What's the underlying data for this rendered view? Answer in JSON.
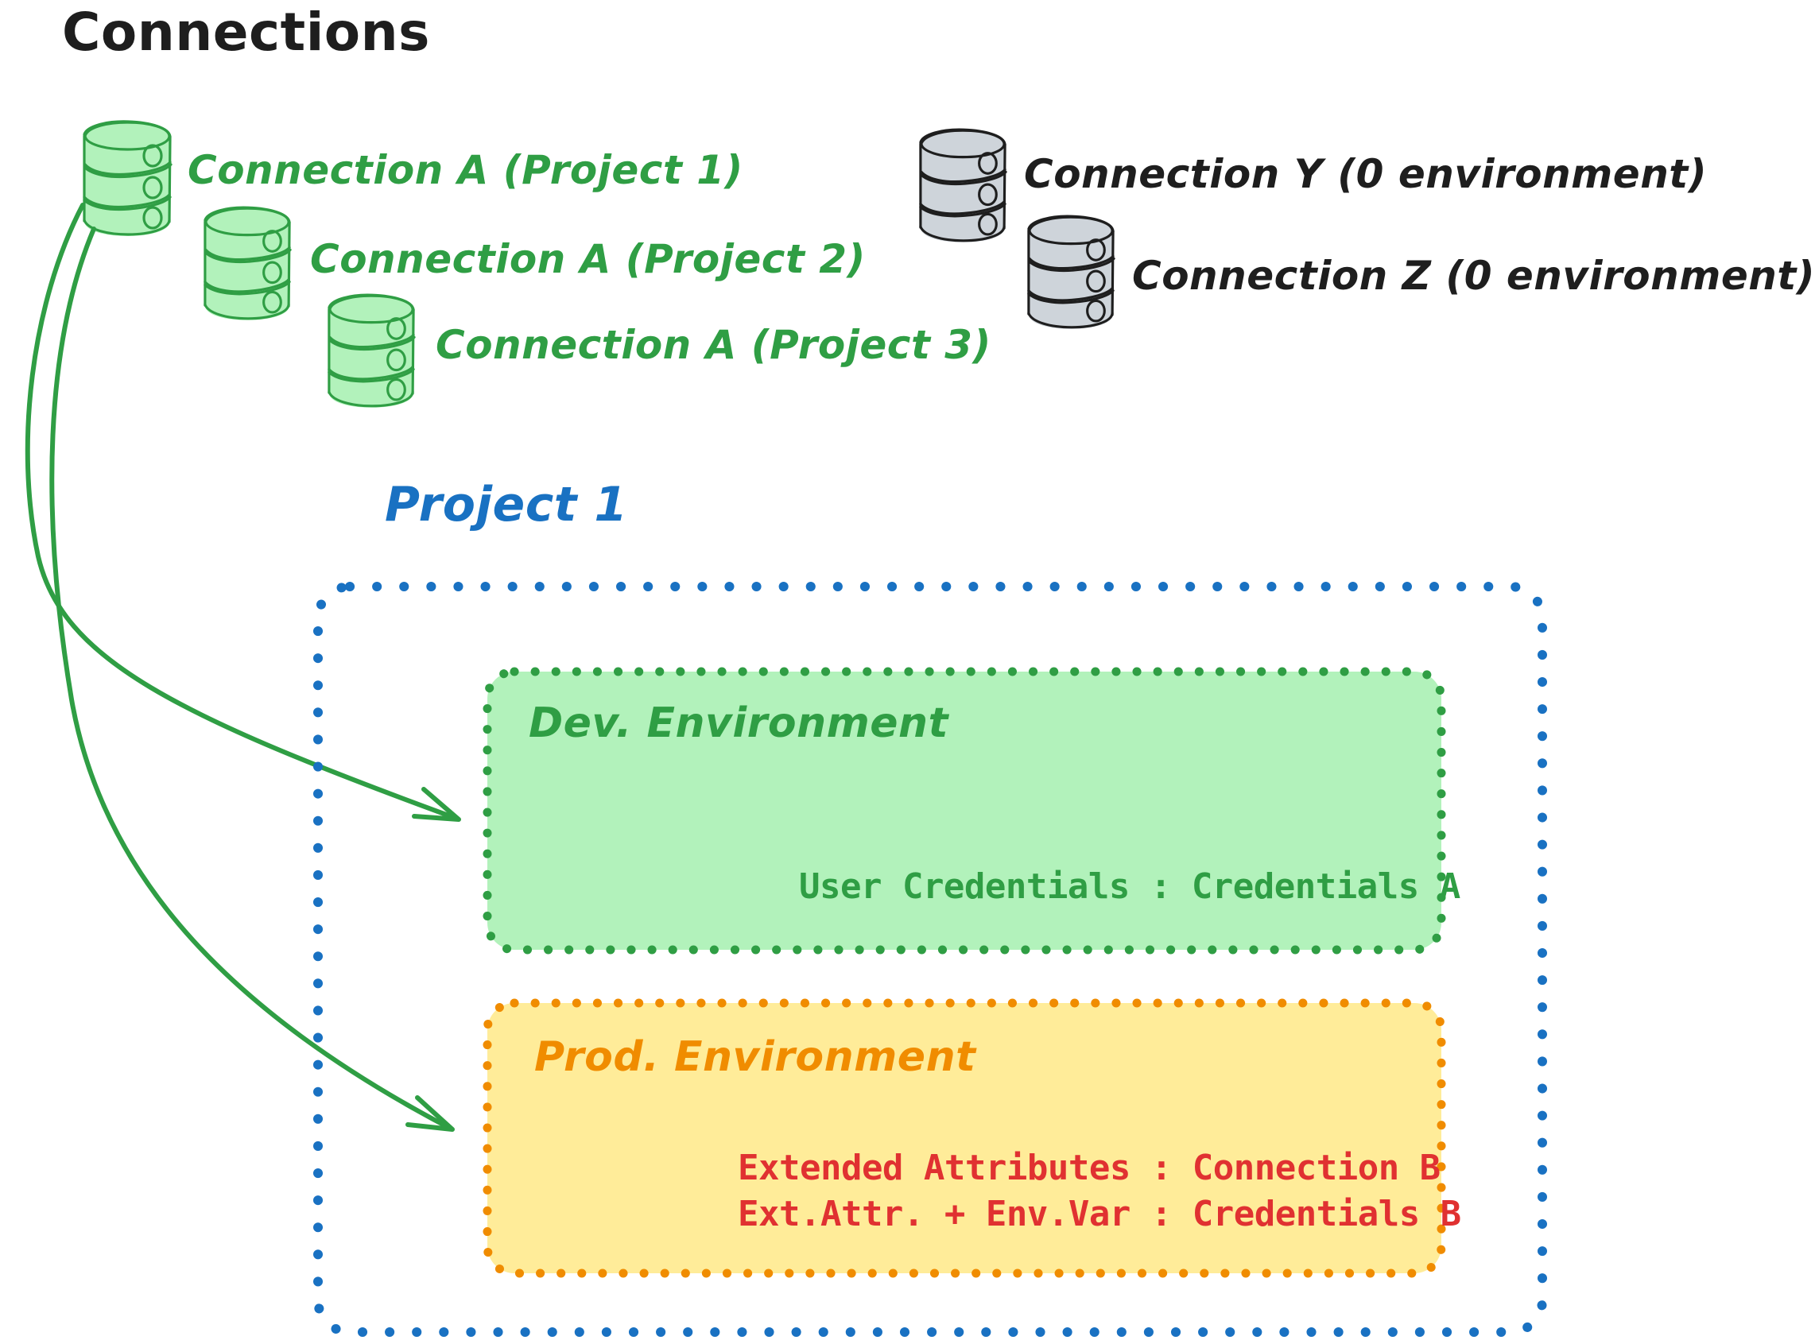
{
  "page": {
    "title": "Connections",
    "background": "#ffffff"
  },
  "colors": {
    "black": "#1e1e1e",
    "green_stroke": "#2f9e44",
    "green_fill": "#b2f2bb",
    "gray_fill": "#ced4da",
    "blue": "#1971c2",
    "orange": "#f08c00",
    "orange_fill": "#ffec99",
    "red": "#e03131"
  },
  "connections_section": {
    "heading": "Connections",
    "green_connections": [
      {
        "label": "Connection A (Project 1)",
        "icon": "database-cylinder-icon",
        "color": "#2f9e44"
      },
      {
        "label": "Connection A (Project 2)",
        "icon": "database-cylinder-icon",
        "color": "#2f9e44"
      },
      {
        "label": "Connection A (Project 3)",
        "icon": "database-cylinder-icon",
        "color": "#2f9e44"
      }
    ],
    "gray_connections": [
      {
        "label": "Connection Y (0 environment)",
        "icon": "database-cylinder-icon",
        "color": "#1e1e1e"
      },
      {
        "label": "Connection Z (0 environment)",
        "icon": "database-cylinder-icon",
        "color": "#1e1e1e"
      }
    ]
  },
  "project": {
    "label": "Project 1",
    "environments": [
      {
        "name": "Dev. Environment",
        "accent": "#2f9e44",
        "fill": "#b2f2bb",
        "entries": [
          "User Credentials : Credentials A"
        ],
        "entry_color": "#2f9e44"
      },
      {
        "name": "Prod. Environment",
        "accent": "#f08c00",
        "fill": "#ffec99",
        "entries": [
          "Extended Attributes : Connection B",
          "Ext.Attr. + Env.Var : Credentials B"
        ],
        "entry_color": "#e03131"
      }
    ]
  },
  "arrows": [
    {
      "name": "arrow-connection-a-to-dev",
      "color": "#2f9e44"
    },
    {
      "name": "arrow-connection-a-to-prod",
      "color": "#2f9e44"
    }
  ]
}
